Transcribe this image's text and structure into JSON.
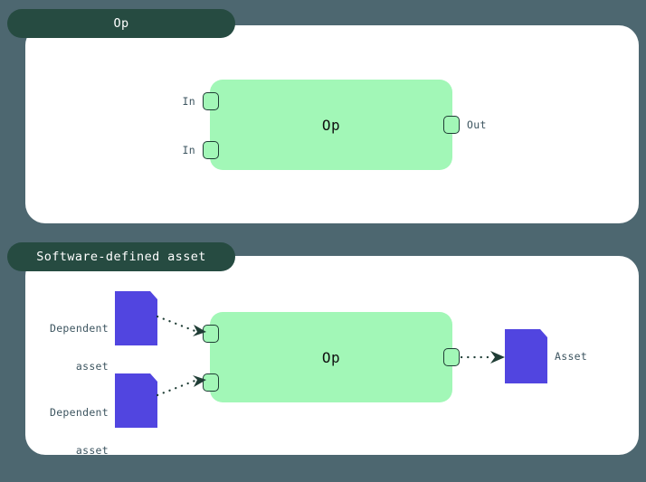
{
  "theme": {
    "background": "#4d6770",
    "card_background": "#ffffff",
    "tab_background": "#264b41",
    "tab_text": "#ffffff",
    "op_box_fill": "#a2f7b7",
    "op_box_text": "#111111",
    "port_border": "#1f3d35",
    "asset_fill": "#5145e0",
    "label_text": "#3d5560",
    "connector": "#1f3d35"
  },
  "panels": [
    {
      "id": "op",
      "tab_label": "Op",
      "op_box_label": "Op",
      "input_labels": [
        "In",
        "In"
      ],
      "output_labels": [
        "Out"
      ],
      "ports": {
        "inputs": [
          "in-port-1",
          "in-port-2"
        ],
        "outputs": [
          "out-port-1"
        ]
      }
    },
    {
      "id": "software-defined-asset",
      "tab_label": "Software-defined asset",
      "op_box_label": "Op",
      "upstream_assets": [
        {
          "line1": "Dependent",
          "line2": "asset"
        },
        {
          "line1": "Dependent",
          "line2": "asset"
        }
      ],
      "downstream_assets": [
        {
          "label": "Asset"
        }
      ],
      "ports": {
        "inputs": [
          "in-port-1",
          "in-port-2"
        ],
        "outputs": [
          "out-port-1"
        ]
      }
    }
  ]
}
